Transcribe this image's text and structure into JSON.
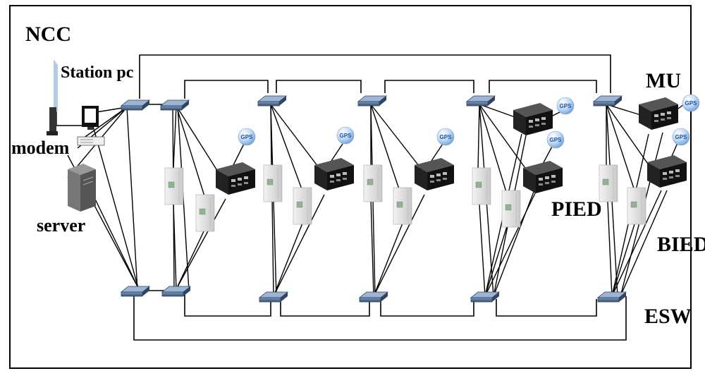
{
  "labels": {
    "ncc": "NCC",
    "station_pc": "Station pc",
    "modem": "modem",
    "server": "server",
    "mu": "MU",
    "pied": "PIED",
    "bied": "BIED",
    "esw": "ESW"
  },
  "gps_text": "GPS",
  "colors": {
    "switch": "#4a6a92",
    "device_body": "#1a1a1a",
    "gps_ball": "#8db8e8",
    "cabinet": "#dcdcdc"
  },
  "icons": [
    "switch-icon",
    "merging-unit-icon",
    "gps-icon",
    "ied-cabinet-icon",
    "server-icon",
    "modem-icon",
    "monitor-icon"
  ]
}
